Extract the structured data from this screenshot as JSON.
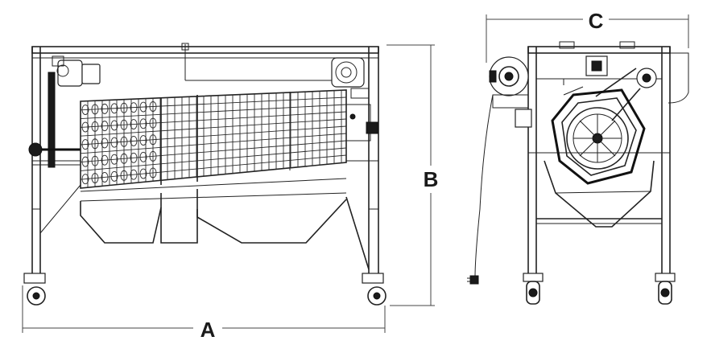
{
  "dimensions": {
    "a_label": "A",
    "b_label": "B",
    "c_label": "C"
  },
  "colors": {
    "line": "#222222",
    "background": "#ffffff"
  }
}
